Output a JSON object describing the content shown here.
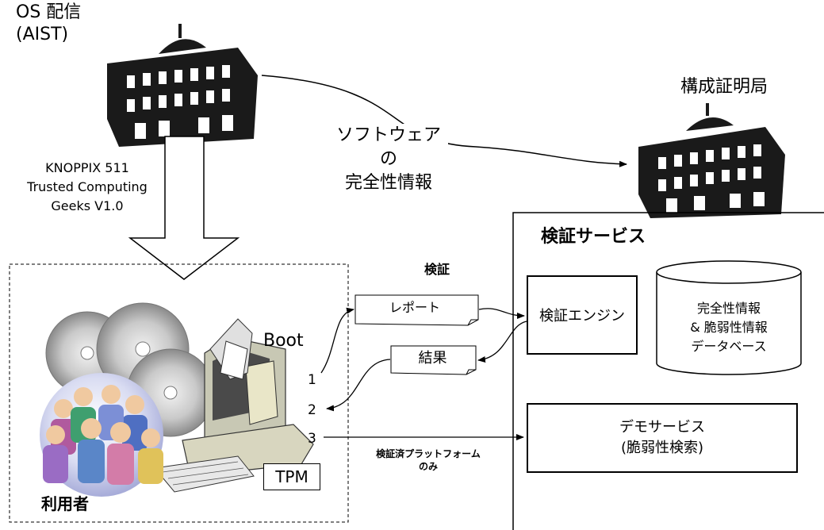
{
  "os_distribution": {
    "line1": "OS 配信",
    "line2": "(AIST)"
  },
  "certificate_authority": {
    "label": "構成証明局"
  },
  "software_integrity": {
    "line1": "ソフトウェアの",
    "line2": "完全性情報"
  },
  "distribution_image": {
    "line1": "KNOPPIX 511",
    "line2": "Trusted Computing",
    "line3": "Geeks V1.0"
  },
  "verification_service": {
    "title": "検証サービス",
    "engine_label": "検証エンジン",
    "database": {
      "line1": "完全性情報",
      "line2": "& 脆弱性情報",
      "line3": "データベース"
    },
    "demo_service": {
      "line1": "デモサービス",
      "line2": "(脆弱性検索)"
    }
  },
  "verification_flow": {
    "title": "検証",
    "report_label": "レポート",
    "result_label": "結果",
    "step1": "1",
    "step2": "2",
    "step3": "3",
    "verified_only": {
      "line1": "検証済プラットフォーム",
      "line2": "のみ"
    }
  },
  "client": {
    "boot_label": "Boot",
    "tpm_label": "TPM",
    "user_label": "利用者"
  }
}
